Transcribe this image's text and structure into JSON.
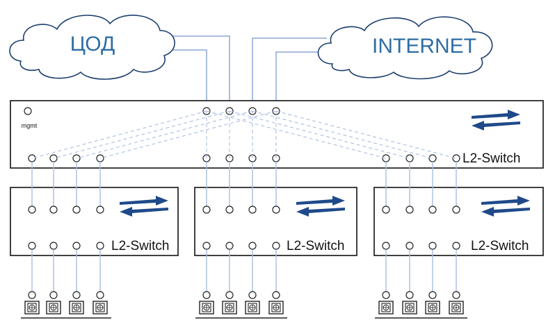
{
  "clouds": {
    "left_label": "ЦОД",
    "right_label": "INTERNET"
  },
  "core_switch": {
    "label": "L2-Switch",
    "mgmt_label": "mgmt"
  },
  "access_switches": [
    {
      "label": "L2-Switch"
    },
    {
      "label": "L2-Switch"
    },
    {
      "label": "L2-Switch"
    }
  ],
  "colors": {
    "link": "#a8bde0",
    "arrow": "#1f4a8a",
    "cloud_text": "#2e6da4"
  },
  "icons": {
    "terminal": "computer-terminal-icon",
    "switching": "switching-arrows-icon"
  }
}
